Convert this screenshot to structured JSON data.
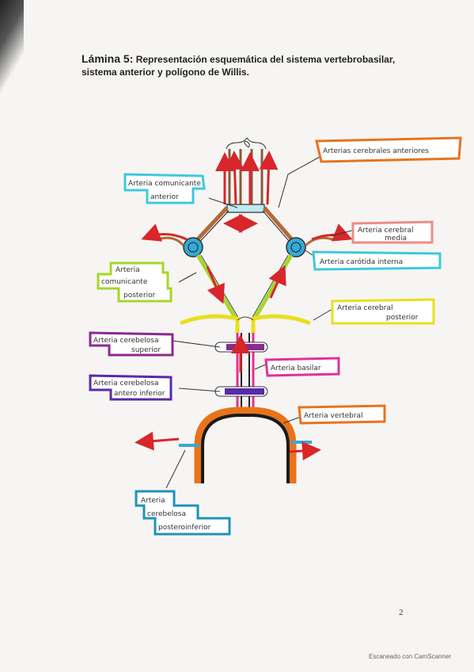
{
  "header": {
    "lead": "Lámina 5:",
    "rest": " Representación esquemática del sistema vertebrobasilar, sistema anterior y polígono de Willis."
  },
  "labels": {
    "acas": "Arterias cerebrales anteriores",
    "acom_1": "Arteria comunicante",
    "acom_2": "anterior",
    "acm_1": "Arteria cerebral",
    "acm_2": "media",
    "aci": "Arteria carótida interna",
    "acomp_1": "Arteria",
    "acomp_2": "comunicante",
    "acomp_3": "posterior",
    "acp_1": "Arteria cerebral",
    "acp_2": "posterior",
    "acs_1": "Arteria cerebelosa",
    "acs_2": "superior",
    "basilar": "Arteria basilar",
    "acai_1": "Arteria cerebelosa",
    "acai_2": "antero inferior",
    "vert": "Arteria vertebral",
    "acpi_1": "Arteria",
    "acpi_2": "cerebelosa",
    "acpi_3": "posteroinferior"
  },
  "colors": {
    "orange_border": "#e8731c",
    "cyan_border": "#3ec9dc",
    "salmon_border": "#ee8c86",
    "green_border": "#a6d72a",
    "yellow_border": "#e9df1e",
    "purple_border": "#8a2a8e",
    "pink_border": "#e0319a",
    "violet_border": "#5a2aa8",
    "blue_border": "#1f93b8",
    "artery_red": "#d8262a",
    "vessel_brown": "#b46a3a",
    "vessel_black": "#1a1a1a"
  },
  "footer": {
    "page_number": "2",
    "scanner": "Escaneado con CamScanner"
  }
}
